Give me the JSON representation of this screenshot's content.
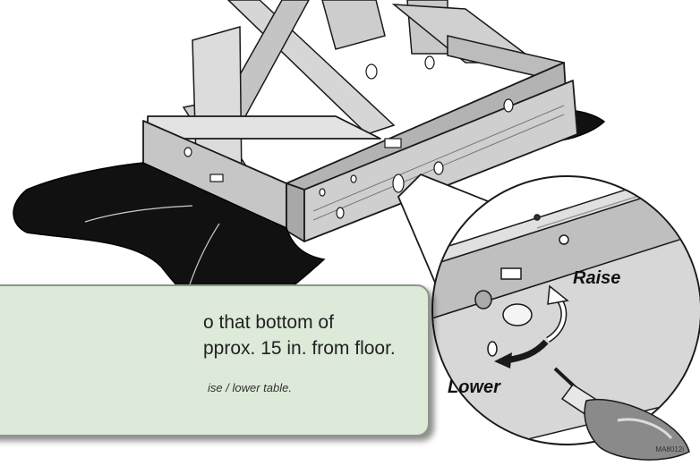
{
  "instruction": {
    "line1": "o that bottom of",
    "line2": "pprox. 15 in. from floor."
  },
  "note": "ise / lower table.",
  "labels": {
    "raise": "Raise",
    "lower": "Lower"
  },
  "figure_code": "MA8012i",
  "colors": {
    "callout_fill": "#dde9d9",
    "callout_border": "#8b9788",
    "metal": "#c9c9c9",
    "metal_dark": "#8f8f8f",
    "pad_black": "#111111",
    "outline": "#1a1a1a"
  }
}
